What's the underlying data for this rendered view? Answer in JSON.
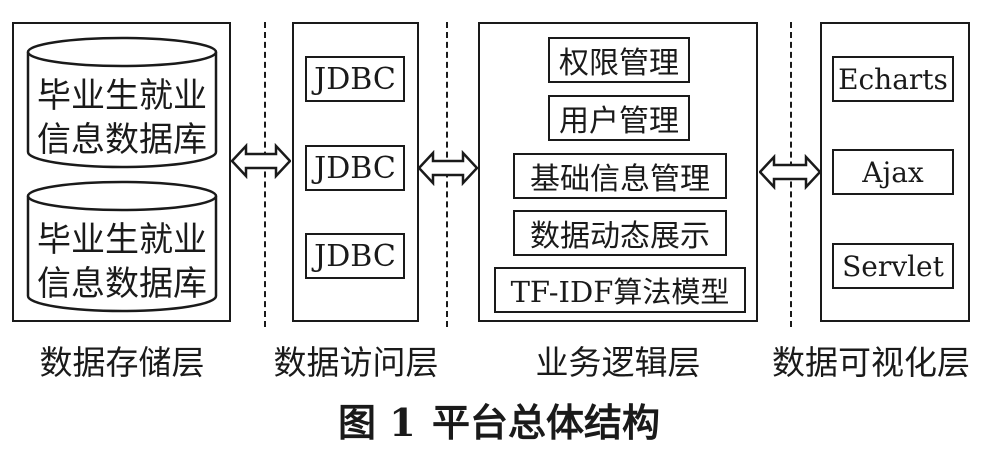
{
  "storage": {
    "db1_line1": "毕业生就业",
    "db1_line2": "信息数据库",
    "db2_line1": "毕业生就业",
    "db2_line2": "信息数据库",
    "label": "数据存储层"
  },
  "access": {
    "items": [
      "JDBC",
      "JDBC",
      "JDBC"
    ],
    "label": "数据访问层"
  },
  "logic": {
    "items": [
      "权限管理",
      "用户管理",
      "基础信息管理",
      "数据动态展示",
      "TF-IDF算法模型"
    ],
    "label": "业务逻辑层"
  },
  "view": {
    "items": [
      "Echarts",
      "Ajax",
      "Servlet"
    ],
    "label": "数据可视化层"
  },
  "caption": {
    "figure_no": "图 1",
    "title": "平台总体结构"
  }
}
